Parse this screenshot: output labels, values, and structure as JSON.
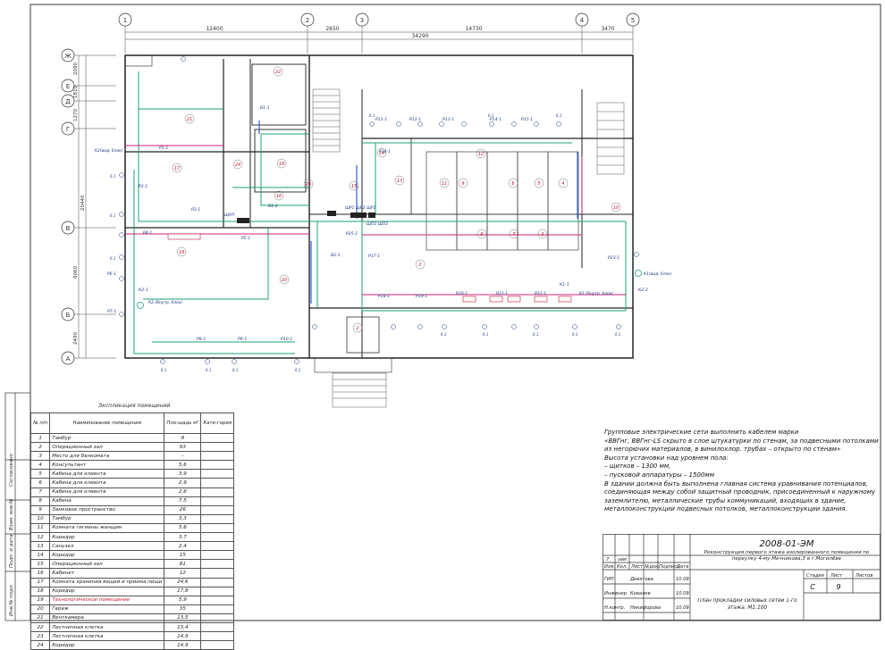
{
  "drawing": {
    "axes_columns": [
      "1",
      "2",
      "3",
      "4",
      "5"
    ],
    "axes_rows": [
      "Ж",
      "Е",
      "Д",
      "Г",
      "В",
      "Б",
      "А"
    ],
    "dims_top": [
      "12400",
      "2650",
      "14730",
      "3470"
    ],
    "dim_total": "34290",
    "dims_left": [
      "2090",
      "1810",
      "1270",
      "20440",
      "6060",
      "2490"
    ],
    "rooms": [
      "21",
      "22",
      "17",
      "23",
      "18",
      "24",
      "20",
      "16",
      "19",
      "15",
      "14",
      "13",
      "12",
      "11",
      "10",
      "9",
      "8",
      "7",
      "6",
      "5",
      "4",
      "3",
      "2",
      "1"
    ],
    "panels": [
      "ЩР1 ЩР2 ЩУ1",
      "ЩУЛ",
      "ЩО1 ЩО2"
    ],
    "circuits": [
      "Р1-1",
      "Р2-1",
      "Р3-1",
      "Р4-1",
      "Р5-1",
      "Р6-1",
      "Р7-1",
      "Р8-1",
      "Р9-1",
      "Р10-1",
      "Р11-1",
      "Р12-1",
      "Р13-1",
      "Р14-1",
      "Р15-1",
      "Р16-1",
      "Р17-1",
      "Р18-1",
      "Р19-1",
      "Р20-1",
      "Р21-1",
      "Р22-1",
      "Р23-1",
      "К1-1",
      "К2-1",
      "К2-2",
      "В1-1",
      "В1-2",
      "В2-1",
      "Р25-1"
    ],
    "sockets_note": "6.1",
    "ventilation_labels": [
      "К2(вид. 6лок)",
      "К1(вид. 6лок)",
      "К2 (Внутр. блок)",
      "К1 (Внутр. блок)"
    ]
  },
  "explication": {
    "title": "Экспликация помещений",
    "headers": [
      "№ п/п",
      "Наименование помещения",
      "Пло-щадь м²",
      "Кате-гория"
    ],
    "rows": [
      {
        "n": "1",
        "name": "Тамбур",
        "area": "8",
        "hl": false
      },
      {
        "n": "2",
        "name": "Операционный зал",
        "area": "93",
        "hl": false
      },
      {
        "n": "3",
        "name": "Место для банкомата",
        "area": "–",
        "hl": false
      },
      {
        "n": "4",
        "name": "Консультант",
        "area": "5,6",
        "hl": false
      },
      {
        "n": "5",
        "name": "Кабина для клиента",
        "area": "3,9",
        "hl": false
      },
      {
        "n": "6",
        "name": "Кабина для клиента",
        "area": "2,9",
        "hl": false
      },
      {
        "n": "7",
        "name": "Кабина для клиента",
        "area": "2,6",
        "hl": false
      },
      {
        "n": "8",
        "name": "Кабина",
        "area": "7,5",
        "hl": false
      },
      {
        "n": "9",
        "name": "Замковое пространство",
        "area": "26",
        "hl": false
      },
      {
        "n": "10",
        "name": "Тамбур",
        "area": "3,3",
        "hl": false
      },
      {
        "n": "11",
        "name": "Комната гигиены женщин",
        "area": "5,6",
        "hl": false
      },
      {
        "n": "12",
        "name": "Коридор",
        "area": "3,7",
        "hl": false
      },
      {
        "n": "13",
        "name": "Санузел",
        "area": "2,4",
        "hl": false
      },
      {
        "n": "14",
        "name": "Коридор",
        "area": "15",
        "hl": false
      },
      {
        "n": "15",
        "name": "Операционный зал",
        "area": "81",
        "hl": false
      },
      {
        "n": "16",
        "name": "Кабинет",
        "area": "12",
        "hl": false
      },
      {
        "n": "17",
        "name": "Комната хранения вещей и приема пищи",
        "area": "24,6",
        "hl": false
      },
      {
        "n": "18",
        "name": "Коридор",
        "area": "17,8",
        "hl": false
      },
      {
        "n": "19",
        "name": "Технологическое помещение",
        "area": "5,9",
        "hl": true
      },
      {
        "n": "20",
        "name": "Гараж",
        "area": "35",
        "hl": false
      },
      {
        "n": "21",
        "name": "Венткамера",
        "area": "13,5",
        "hl": false
      },
      {
        "n": "22",
        "name": "Лестничная клетка",
        "area": "13,4",
        "hl": false
      },
      {
        "n": "23",
        "name": "Лестничная клетка",
        "area": "14,9",
        "hl": false
      },
      {
        "n": "24",
        "name": "Коридор",
        "area": "14,9",
        "hl": false
      }
    ]
  },
  "notes": [
    "Групповые электрические сети выполнить кабелем марки",
    "  «ВВГнг, ВВГнг-LS скрыто в слое штукатурки по стенам, за подвесными потолками",
    "из негорючих материалов, в винилохлор. трубах – открыто по стенам»",
    "  Высота установки над уровнем пола:",
    "– щитков – 1300 мм,",
    "– пусковой аппаратуры – 1500мм",
    "  В здании должна быть выполнена главная система уравнивания потенциалов,",
    "соединяющая между собой защитный проводник, присоединенный к наружному",
    "заземлителю, металлические трубы коммуникаций, входящих в здание,",
    "металлоконструкции подвесных потолков, металлоконструкции здания."
  ],
  "stamp": {
    "code": "2008-01-ЭМ",
    "project": "Реконструкция первого этажа изолированного помещения по переулку 4-му Мечникова,3 в г.Могилёве",
    "sheet_title": "План прокладки силовых сетей 1-го этажа. М1:100",
    "stage_label": "Стадия",
    "sheet_label": "Лист",
    "sheets_label": "Листов",
    "stage": "С",
    "sheet": "9",
    "sheets": "",
    "header_cols": [
      "Изм.",
      "Кол.",
      "Лист",
      "№док.",
      "Подпись",
      "Дата"
    ],
    "row_marks": [
      "7",
      "зам"
    ],
    "people": [
      {
        "role": "ГИП",
        "name": "Девятова",
        "date": "10.09"
      },
      {
        "role": "Инженер",
        "name": "Ковалев",
        "date": "10.09"
      },
      {
        "role": "Н.контр.",
        "name": "Никифорова",
        "date": "10.09"
      }
    ]
  },
  "side_column": [
    "Инв.№ подл.",
    "Подп. и дата",
    "Взам. инв.№",
    "Согласовано"
  ]
}
